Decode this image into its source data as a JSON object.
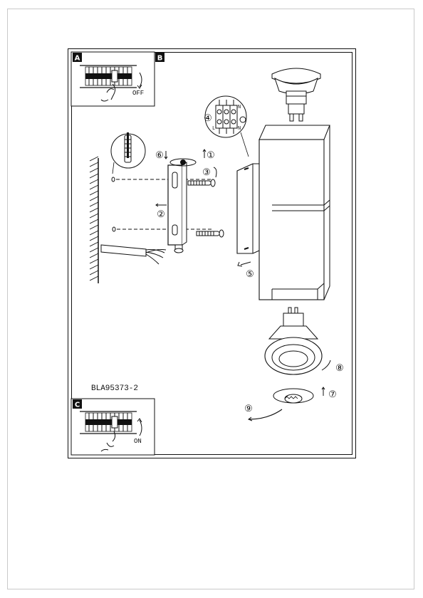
{
  "page": {
    "model_code": "BLA95373-2"
  },
  "panels": {
    "a": {
      "badge": "A",
      "switch_label": "OFF"
    },
    "b": {
      "badge": "B"
    },
    "c": {
      "badge": "C",
      "switch_label": "ON"
    }
  },
  "terminal": {
    "label_n": "N",
    "label_l": "L",
    "label_n2": "N"
  },
  "steps": [
    "⑥",
    "①",
    "③",
    "②",
    "④",
    "⑤",
    "⑧",
    "⑦",
    "⑨"
  ]
}
